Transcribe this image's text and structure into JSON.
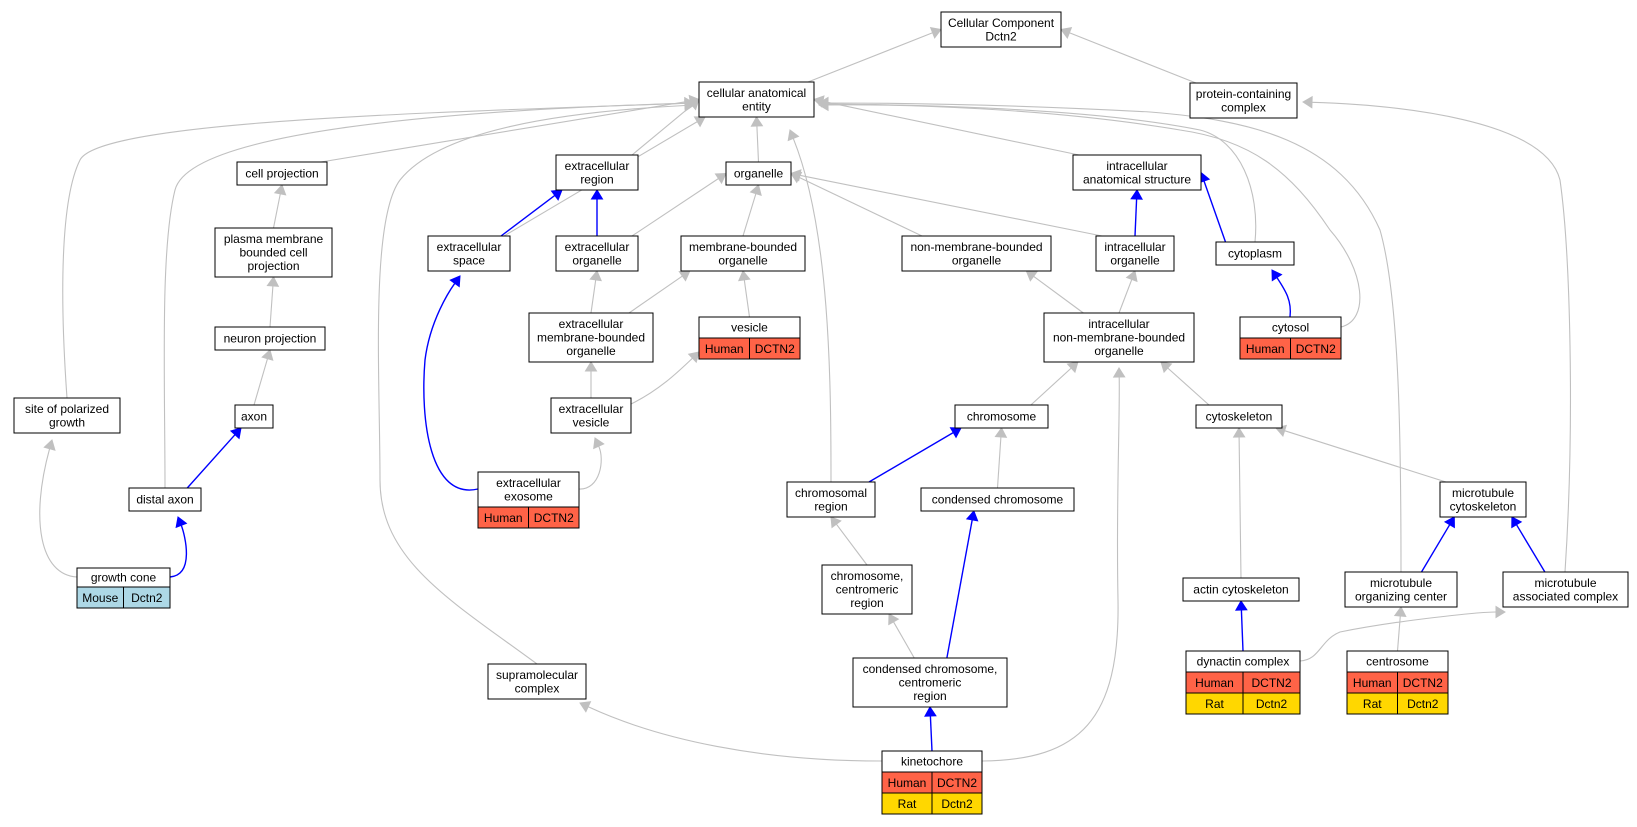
{
  "colors": {
    "gray_edge": "#c0c0c0",
    "blue_edge": "#0000ff",
    "human": "#ff6347",
    "mouse": "#add8e6",
    "rat": "#ffd700",
    "node_border": "#000000",
    "node_fill": "#ffffff"
  },
  "nodes": {
    "root": {
      "lines": [
        "Cellular Component",
        "Dctn2"
      ]
    },
    "cae": {
      "lines": [
        "cellular anatomical",
        "entity"
      ]
    },
    "pcc": {
      "lines": [
        "protein-containing",
        "complex"
      ]
    },
    "cellproj": {
      "lines": [
        "cell projection"
      ]
    },
    "extreg": {
      "lines": [
        "extracellular",
        "region"
      ]
    },
    "organelle": {
      "lines": [
        "organelle"
      ]
    },
    "ias": {
      "lines": [
        "intracellular",
        "anatomical structure"
      ]
    },
    "pmbcp": {
      "lines": [
        "plasma membrane",
        "bounded cell",
        "projection"
      ]
    },
    "extspace": {
      "lines": [
        "extracellular",
        "space"
      ]
    },
    "extorg": {
      "lines": [
        "extracellular",
        "organelle"
      ]
    },
    "mbo": {
      "lines": [
        "membrane-bounded",
        "organelle"
      ]
    },
    "nmbo": {
      "lines": [
        "non-membrane-bounded",
        "organelle"
      ]
    },
    "intorg": {
      "lines": [
        "intracellular",
        "organelle"
      ]
    },
    "cytoplasm": {
      "lines": [
        "cytoplasm"
      ]
    },
    "neuronproj": {
      "lines": [
        "neuron projection"
      ]
    },
    "embo": {
      "lines": [
        "extracellular",
        "membrane-bounded",
        "organelle"
      ]
    },
    "vesicle": {
      "lines": [
        "vesicle"
      ],
      "rows": [
        [
          "Human",
          "DCTN2"
        ]
      ]
    },
    "inmbo": {
      "lines": [
        "intracellular",
        "non-membrane-bounded",
        "organelle"
      ]
    },
    "cytosol": {
      "lines": [
        "cytosol"
      ],
      "rows": [
        [
          "Human",
          "DCTN2"
        ]
      ]
    },
    "spg": {
      "lines": [
        "site of polarized",
        "growth"
      ]
    },
    "axon": {
      "lines": [
        "axon"
      ]
    },
    "extves": {
      "lines": [
        "extracellular",
        "vesicle"
      ]
    },
    "chromosome": {
      "lines": [
        "chromosome"
      ]
    },
    "cytoskeleton": {
      "lines": [
        "cytoskeleton"
      ]
    },
    "distalaxon": {
      "lines": [
        "distal axon"
      ]
    },
    "exosome": {
      "lines": [
        "extracellular",
        "exosome"
      ],
      "rows": [
        [
          "Human",
          "DCTN2"
        ]
      ]
    },
    "chromreg": {
      "lines": [
        "chromosomal",
        "region"
      ]
    },
    "condchrom": {
      "lines": [
        "condensed chromosome"
      ]
    },
    "mtcyto": {
      "lines": [
        "microtubule",
        "cytoskeleton"
      ]
    },
    "growthcone": {
      "lines": [
        "growth cone"
      ],
      "rows": [
        [
          "Mouse",
          "Dctn2"
        ]
      ]
    },
    "centreg": {
      "lines": [
        "chromosome,",
        "centromeric",
        "region"
      ]
    },
    "actincyto": {
      "lines": [
        "actin cytoskeleton"
      ]
    },
    "mtoc": {
      "lines": [
        "microtubule",
        "organizing center"
      ]
    },
    "mtac": {
      "lines": [
        "microtubule",
        "associated complex"
      ]
    },
    "supramol": {
      "lines": [
        "supramolecular",
        "complex"
      ]
    },
    "condcent": {
      "lines": [
        "condensed chromosome,",
        "centromeric",
        "region"
      ]
    },
    "dynactin": {
      "lines": [
        "dynactin complex"
      ],
      "rows": [
        [
          "Human",
          "DCTN2"
        ],
        [
          "Rat",
          "Dctn2"
        ]
      ]
    },
    "centrosome": {
      "lines": [
        "centrosome"
      ],
      "rows": [
        [
          "Human",
          "DCTN2"
        ],
        [
          "Rat",
          "Dctn2"
        ]
      ]
    },
    "kinetochore": {
      "lines": [
        "kinetochore"
      ],
      "rows": [
        [
          "Human",
          "DCTN2"
        ],
        [
          "Rat",
          "Dctn2"
        ]
      ]
    }
  }
}
